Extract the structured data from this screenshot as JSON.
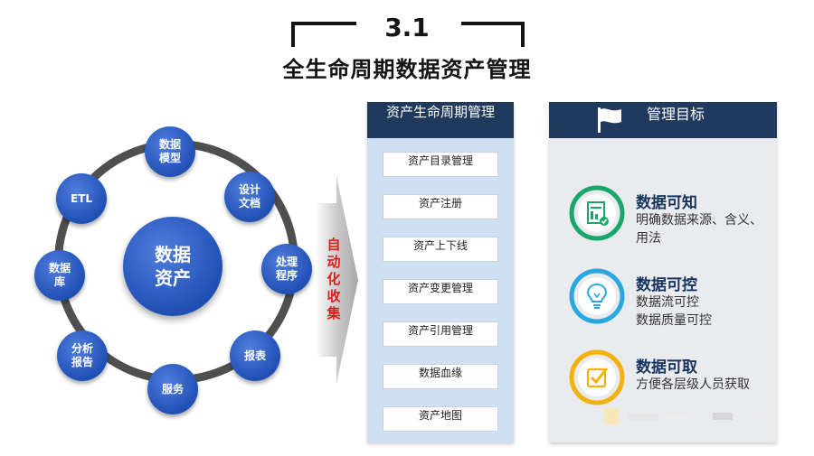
{
  "header": {
    "section_number": "3.1",
    "title": "全生命周期数据资产管理"
  },
  "cycle": {
    "center": "数据\n资产",
    "nodes": [
      {
        "id": "data-model",
        "label": "数据\n模型"
      },
      {
        "id": "design-docs",
        "label": "设计\n文档"
      },
      {
        "id": "processing",
        "label": "处理\n程序"
      },
      {
        "id": "reports",
        "label": "报表"
      },
      {
        "id": "services",
        "label": "服务"
      },
      {
        "id": "analysis",
        "label": "分析\n报告"
      },
      {
        "id": "database",
        "label": "数据\n库"
      },
      {
        "id": "etl",
        "label": "ETL"
      }
    ]
  },
  "arrow": {
    "label": "自\n动\n化\n收\n集",
    "color": "#e01b1b"
  },
  "lifecycle_panel": {
    "title": "资产生命周期管理",
    "stages": [
      "资产目录管理",
      "资产注册",
      "资产上下线",
      "资产变更管理",
      "资产引用管理",
      "数据血缘",
      "资产地图"
    ]
  },
  "goals_panel": {
    "title": "管理目标",
    "header_icon": "flag-icon",
    "goals": [
      {
        "title": "数据可知",
        "desc": "明确数据来源、含义、用法",
        "icon": "document-chart-icon",
        "color": "#1aa86a"
      },
      {
        "title": "数据可控",
        "desc": "数据流可控\n数据质量可控",
        "icon": "lightbulb-icon",
        "color": "#2aa7df"
      },
      {
        "title": "数据可取",
        "desc": "方便各层级人员获取",
        "icon": "checkbox-icon",
        "color": "#f2b10c"
      }
    ]
  },
  "colors": {
    "node_blue": "#2050b4",
    "panel_header": "#1f3a5c",
    "ring": "#4f4f4f"
  }
}
